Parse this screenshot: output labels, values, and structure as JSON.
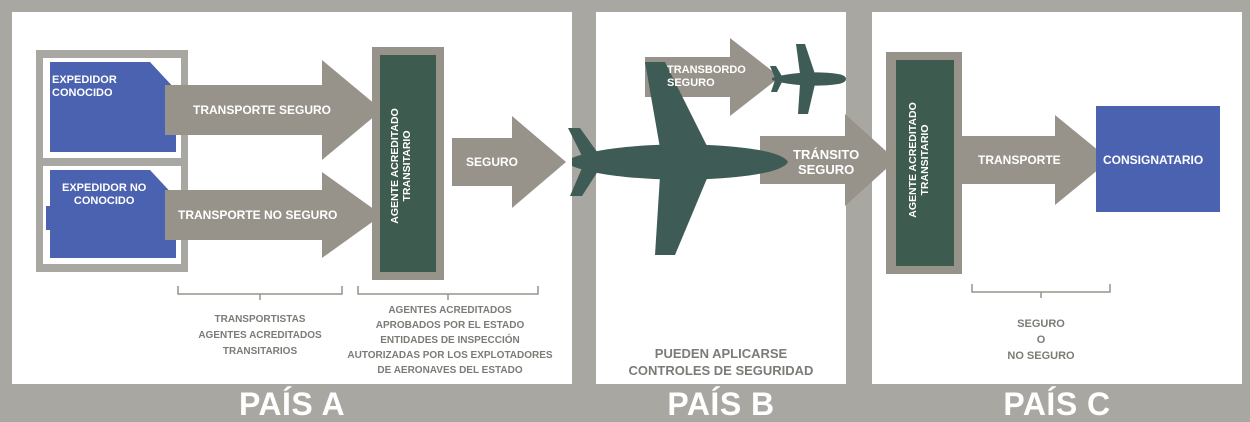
{
  "colors": {
    "border_gray": "#a9a7a1",
    "arrow_gray": "#97938b",
    "agent_green": "#3d5b4f",
    "plane_green": "#3f5b55",
    "blue": "#4a62b0",
    "text_gray": "#7d7b76"
  },
  "countries": {
    "a": "PAÍS A",
    "b": "PAÍS B",
    "c": "PAÍS C"
  },
  "country_a": {
    "known_shipper": "EXPEDIDOR\nCONOCIDO",
    "unknown_shipper": "EXPEDIDOR NO\nCONOCIDO",
    "secure_transport": "TRANSPORTE SEGURO",
    "unsecure_transport": "TRANSPORTE NO SEGURO",
    "agent": "AGENTE ACREDITADO\nTRANSITARIO",
    "secure": "SEGURO",
    "note_left": "TRANSPORTISTAS\nAGENTES ACREDITADOS\nTRANSITARIOS",
    "note_right": "AGENTES ACREDITADOS\nAPROBADOS POR EL ESTADO\nENTIDADES DE INSPECCIÓN\nAUTORIZADAS POR LOS EXPLOTADORES\nDE AERONAVES DEL ESTADO"
  },
  "country_b": {
    "transshipment": "TRANSBORDO\nSEGURO",
    "transit": "TRÁNSITO\nSEGURO",
    "note": "PUEDEN APLICARSE\nCONTROLES DE SEGURIDAD"
  },
  "country_c": {
    "agent": "AGENTE ACREDITADO\nTRANSITARIO",
    "transport": "TRANSPORTE",
    "consignee": "CONSIGNATARIO",
    "note": "SEGURO\nO\nNO SEGURO"
  },
  "icons": [
    "airplane-icon"
  ]
}
